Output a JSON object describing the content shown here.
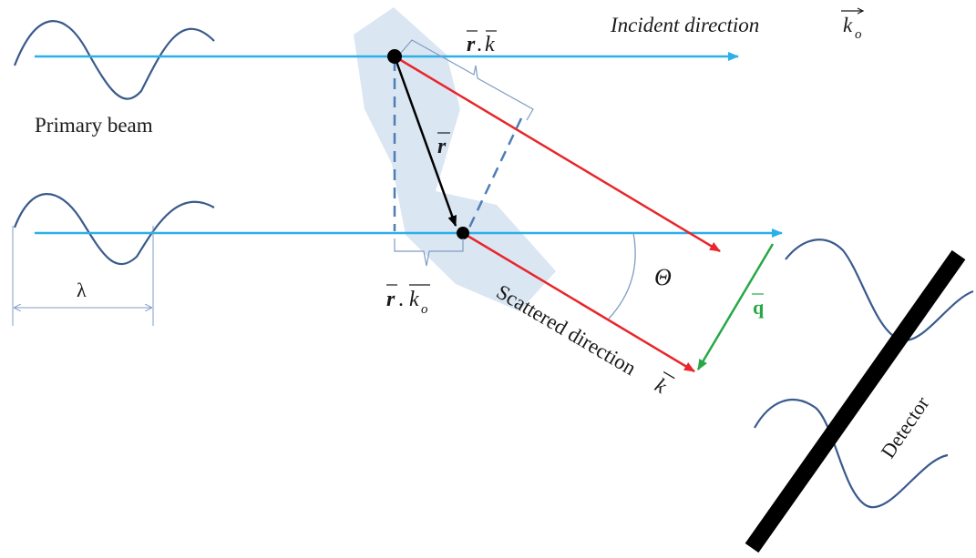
{
  "labels": {
    "primary_beam": "Primary beam",
    "lambda": "λ",
    "incident_direction": "Incident direction",
    "incident_vector": "k",
    "incident_vector_sub": "o",
    "scattered_direction": "Scattered direction",
    "scattered_vector": "k",
    "r_vector": "r",
    "r_dot_k_r": "r",
    "r_dot_k_k": "k",
    "r_dot_ko_r": "r",
    "r_dot_ko_k": "k",
    "r_dot_ko_sub": "o",
    "dot": ".",
    "theta": "Θ",
    "q_vector": "q",
    "detector": "Detector"
  },
  "colors": {
    "beam": "#2bb0e8",
    "scattered": "#e8262b",
    "q": "#27a845",
    "wave": "#3a5a8c",
    "sample": "#dbe6f3",
    "dashed": "#4f7db5",
    "thin": "#7f9cc4",
    "detector": "#000000",
    "text": "#1a1a1a",
    "q_text": "#27a845"
  }
}
